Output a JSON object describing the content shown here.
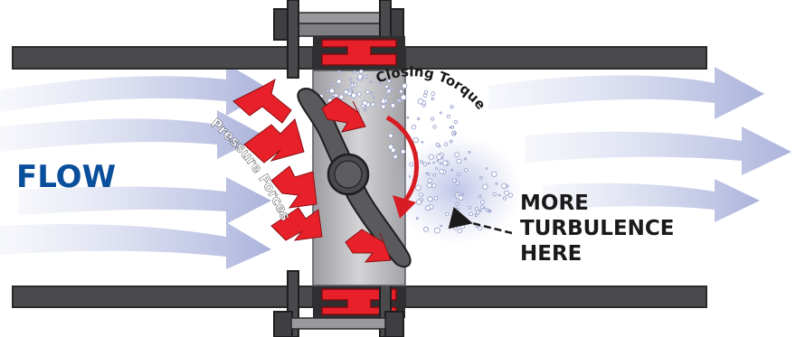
{
  "labels": {
    "flow": "FLOW",
    "pressure_forces": "Pressure Forces",
    "closing_torque": "Closing Torque",
    "turbulence": [
      "MORE",
      "TURBULENCE",
      "HERE"
    ]
  },
  "colors": {
    "flow_text": "#0a4f9c",
    "pipe": "#4a4a4d",
    "body": "#bcbcbe",
    "force_arrow": "#e8202a",
    "flow_arrow": "#9fa8d6",
    "torque_arrow": "#d81c24",
    "text_dark": "#1a1a1a"
  },
  "icons": {
    "pressure_arrow": "red-block-arrow-icon",
    "flow_arrow": "translucent-flow-arrow-icon",
    "torque_arrow": "curved-arc-arrow-icon",
    "pointer_arrow": "dashed-pointer-arrow-icon"
  }
}
